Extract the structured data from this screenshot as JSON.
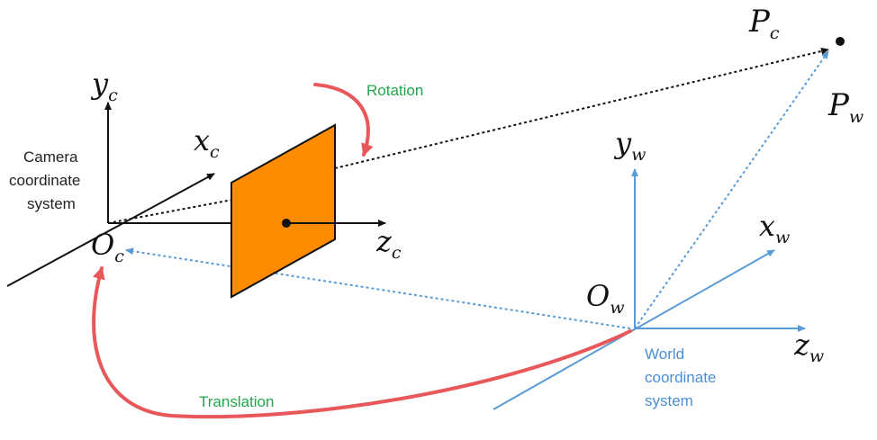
{
  "labels": {
    "pc": {
      "base": "P",
      "sub": "c"
    },
    "pw": {
      "base": "P",
      "sub": "w"
    },
    "yc": {
      "base": "y",
      "sub": "c"
    },
    "xc": {
      "base": "x",
      "sub": "c"
    },
    "zc": {
      "base": "z",
      "sub": "c"
    },
    "oc": {
      "base": "O",
      "sub": "c"
    },
    "yw": {
      "base": "y",
      "sub": "w"
    },
    "xw": {
      "base": "x",
      "sub": "w"
    },
    "zw": {
      "base": "z",
      "sub": "w"
    },
    "ow": {
      "base": "O",
      "sub": "w"
    }
  },
  "camera_caption": [
    "Camera",
    "coordinate",
    "system"
  ],
  "world_caption": [
    "World",
    "coordinate",
    "system"
  ],
  "rotation_label": "Rotation",
  "translation_label": "Translation",
  "colors": {
    "camera_axes": "#111111",
    "world_axes": "#5b9bd5",
    "image_plane": "#ff8c00",
    "curved_arrows": "#e8575a",
    "green_text": "#22a64a",
    "blue_text": "#4a8fd6"
  }
}
